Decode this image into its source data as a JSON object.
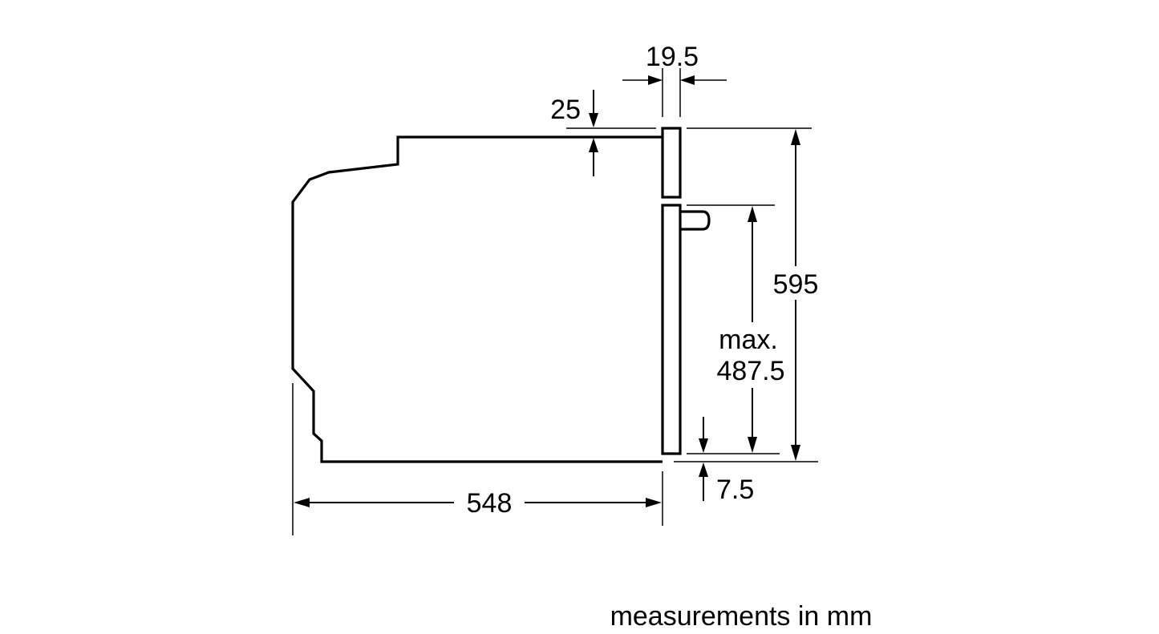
{
  "diagram": {
    "dimensions": {
      "panel_thickness": "19.5",
      "top_clearance": "25",
      "total_height": "595",
      "door_height_prefix": "max.",
      "door_height_value": "487.5",
      "bottom_gap": "7.5",
      "depth": "548"
    },
    "caption": "measurements in mm",
    "colors": {
      "line": "#000000",
      "background": "#ffffff"
    }
  }
}
